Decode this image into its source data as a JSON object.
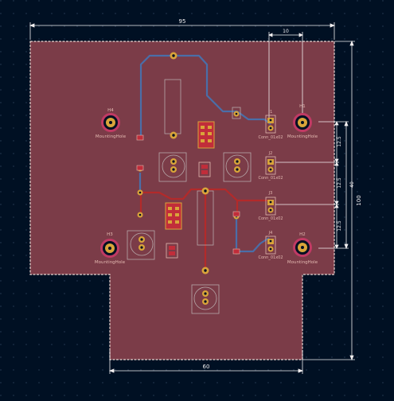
{
  "colors": {
    "background": "#001023",
    "board": "#7b3c48",
    "outline": "#e9d6d2",
    "dimension": "#f2eff0",
    "grid": "#2b3f59",
    "track_red": "#b32a2a",
    "track_blue": "#4a6ea8",
    "pad_gold": "#d9a43a",
    "silk": "#e2b8b0"
  },
  "dimensions": {
    "width_top": "95",
    "width_sub": "10",
    "width_bottom": "60",
    "height_total": "100",
    "height_mid": "40",
    "pitch_a": "12.5",
    "pitch_b": "12.5",
    "pitch_c": "12.5"
  },
  "holes": {
    "h1": {
      "ref": "H1",
      "value": "MountingHole"
    },
    "h2": {
      "ref": "H2",
      "value": "MountingHole"
    },
    "h3": {
      "ref": "H3",
      "value": "MountingHole"
    },
    "h4": {
      "ref": "H4",
      "value": "MountingHole"
    }
  },
  "connectors": {
    "j1": {
      "ref": "J1",
      "value": "Conn_01x02"
    },
    "j2": {
      "ref": "J2",
      "value": "Conn_01x02"
    },
    "j3": {
      "ref": "J3",
      "value": "Conn_01x02"
    },
    "j4": {
      "ref": "J4",
      "value": "Conn_01x02"
    }
  }
}
